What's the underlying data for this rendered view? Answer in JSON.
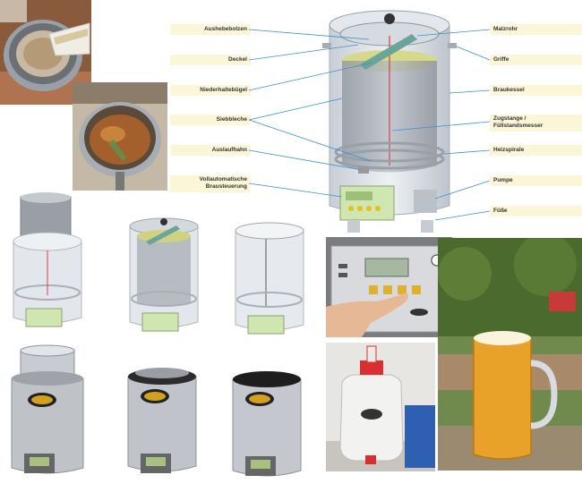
{
  "labels_left": [
    {
      "id": "aushebebolzen",
      "text": "Aushebebolzen"
    },
    {
      "id": "deckel",
      "text": "Deckel"
    },
    {
      "id": "niederhaltebugel",
      "text": "Niederhaltebügel"
    },
    {
      "id": "siebbleche",
      "text": "Siebbleche"
    },
    {
      "id": "auslaufhahn",
      "text": "Auslaufhahn"
    },
    {
      "id": "steuerung_1",
      "text": "Vollautomatische"
    },
    {
      "id": "steuerung_2",
      "text": "Brausteuerung"
    }
  ],
  "labels_right": [
    {
      "id": "malzrohr",
      "text": "Malzrohr"
    },
    {
      "id": "griffe",
      "text": "Griffe"
    },
    {
      "id": "braukessel",
      "text": "Braukessel"
    },
    {
      "id": "zugstange_1",
      "text": "Zugstange /"
    },
    {
      "id": "zugstange_2",
      "text": "Füllstandsmesser"
    },
    {
      "id": "heizspirale",
      "text": "Heizspirale"
    },
    {
      "id": "pumpe",
      "text": "Pumpe"
    },
    {
      "id": "fusse",
      "text": "Füße"
    }
  ],
  "colors": {
    "label_bg": "#fbf6d8",
    "leader_line": "#3a8fd0",
    "steel": "#c8ccd2",
    "glass": "#d8dde4",
    "beer": "#e8a22a",
    "foam": "#fbf4dc",
    "panel_green": "#cfe6b0"
  },
  "icons": [
    "hand-pressing-button",
    "beer-mug",
    "fermenter-keg"
  ]
}
